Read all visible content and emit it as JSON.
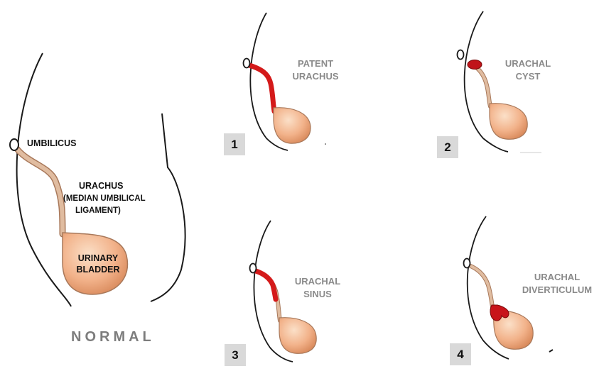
{
  "normal": {
    "title": "NORMAL",
    "umbilicus": "UMBILICUS",
    "urachus": "URACHUS",
    "urachus_sub1": "(MEDIAN UMBILICAL",
    "urachus_sub2": "LIGAMENT)",
    "bladder1": "URINARY",
    "bladder2": "BLADDER"
  },
  "panels": [
    {
      "number": "1",
      "line1": "PATENT",
      "line2": "URACHUS"
    },
    {
      "number": "2",
      "line1": "URACHAL",
      "line2": "CYST"
    },
    {
      "number": "3",
      "line1": "URACHAL",
      "line2": "SINUS"
    },
    {
      "number": "4",
      "line1": "URACHAL",
      "line2": "DIVERTICULUM"
    }
  ],
  "colors": {
    "outline": "#1a1a1a",
    "urachus_tan": "#e0bca0",
    "urachus_stroke": "#a8785a",
    "bladder_fill": "#f1b68e",
    "abnormal_red": "#d41a1a",
    "badge_bg": "#d9d9d9"
  }
}
